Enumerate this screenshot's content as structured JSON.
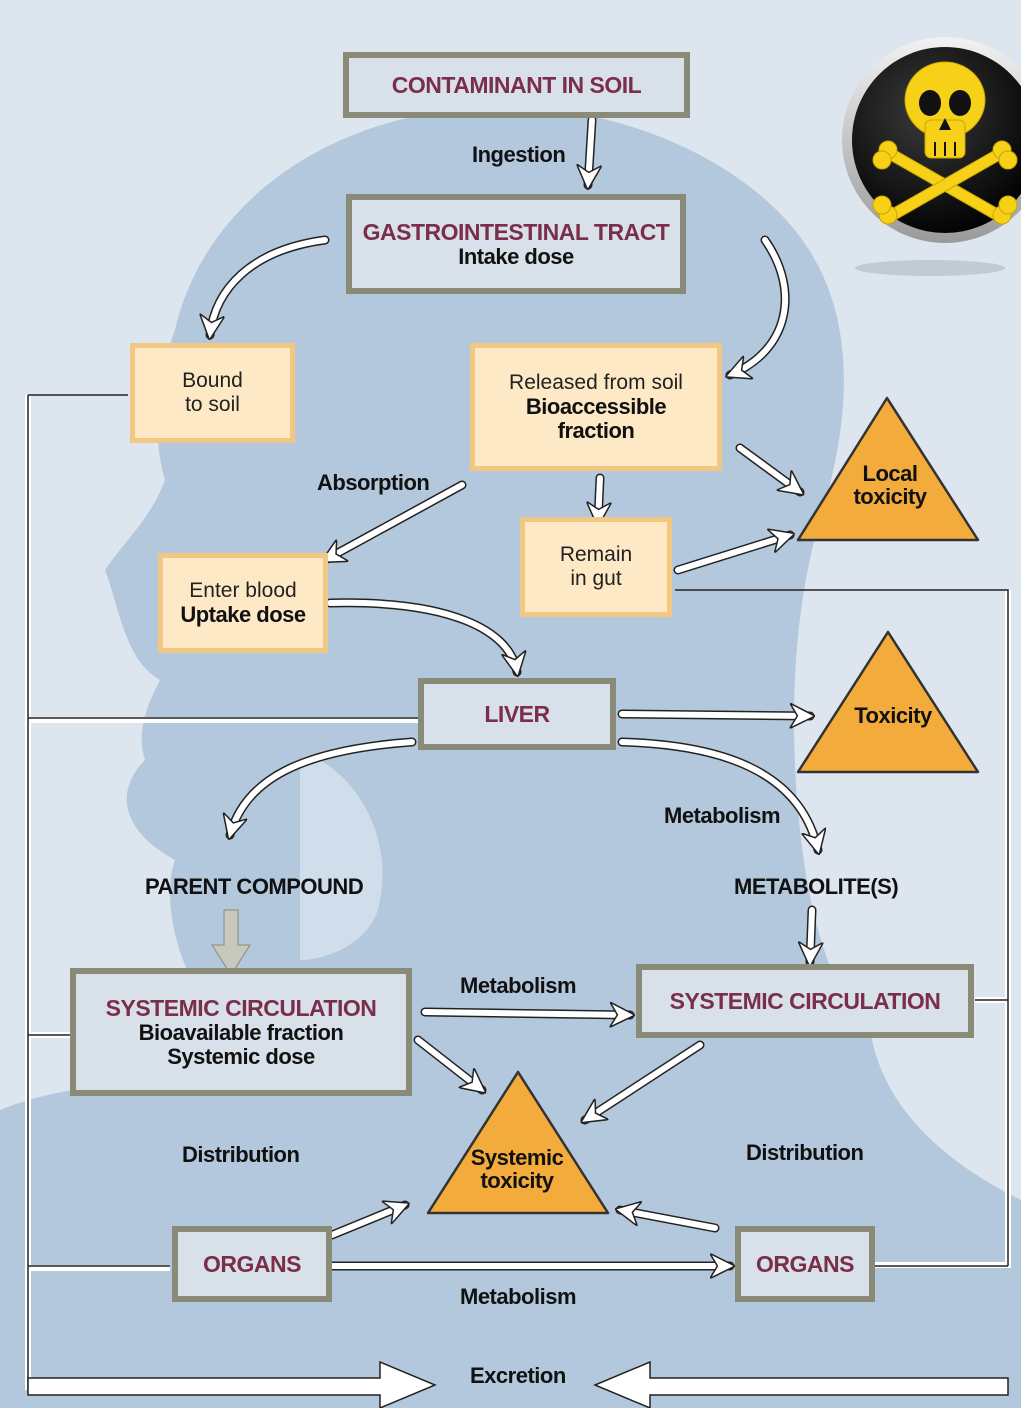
{
  "boxes": {
    "contaminant": "CONTAMINANT IN SOIL",
    "gi_title": "GASTROINTESTINAL TRACT",
    "gi_sub": "Intake dose",
    "bound_l1": "Bound",
    "bound_l2": "to soil",
    "released_l1": "Released from soil",
    "released_l2": "Bioaccessible",
    "released_l3": "fraction",
    "remain_l1": "Remain",
    "remain_l2": "in gut",
    "blood_l1": "Enter blood",
    "blood_l2": "Uptake dose",
    "liver": "LIVER",
    "sys_left_title": "SYSTEMIC CIRCULATION",
    "sys_left_l1": "Bioavailable fraction",
    "sys_left_l2": "Systemic dose",
    "sys_right_title": "SYSTEMIC CIRCULATION",
    "organs_left": "ORGANS",
    "organs_right": "ORGANS"
  },
  "labels": {
    "ingestion": "Ingestion",
    "absorption": "Absorption",
    "metabolism_upper": "Metabolism",
    "parent_compound": "PARENT COMPOUND",
    "metabolites": "METABOLITE(S)",
    "metabolism_middle": "Metabolism",
    "distribution_left": "Distribution",
    "distribution_right": "Distribution",
    "metabolism_lower": "Metabolism",
    "excretion": "Excretion"
  },
  "triangles": {
    "local_l1": "Local",
    "local_l2": "toxicity",
    "toxicity": "Toxicity",
    "systemic_l1": "Systemic",
    "systemic_l2": "toxicity"
  },
  "icon": "skull-and-crossbones-icon",
  "colors": {
    "background": "#dde6ef",
    "head_silhouette": "#b3c8dc",
    "grey_box_fill": "#d8e1ea",
    "grey_box_border": "#8a8a78",
    "peach_box_fill": "#fde9c5",
    "peach_box_border": "#f2c782",
    "title_text": "#7a2e4a",
    "triangle_fill": "#f3ac3c",
    "skull_yellow": "#f7d117"
  }
}
